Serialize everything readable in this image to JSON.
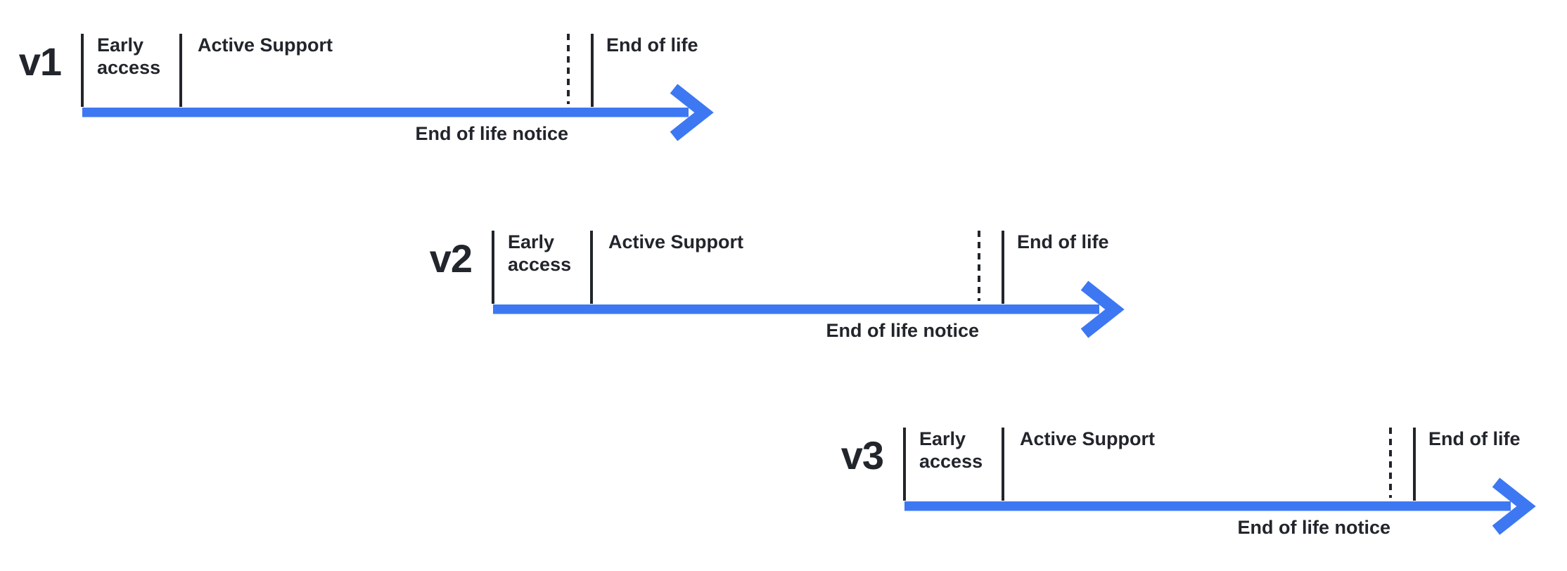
{
  "diagram": {
    "type": "release-lifecycle-timelines",
    "colors": {
      "arrow_blue": "#3D78F2",
      "ink": "#22252B",
      "background": "#FFFFFF"
    },
    "labels": {
      "early_access": "Early access",
      "active_support": "Active Support",
      "end_of_life": "End of life",
      "end_of_life_notice": "End of life notice"
    },
    "timelines": [
      {
        "version": "v1"
      },
      {
        "version": "v2"
      },
      {
        "version": "v3"
      }
    ]
  }
}
